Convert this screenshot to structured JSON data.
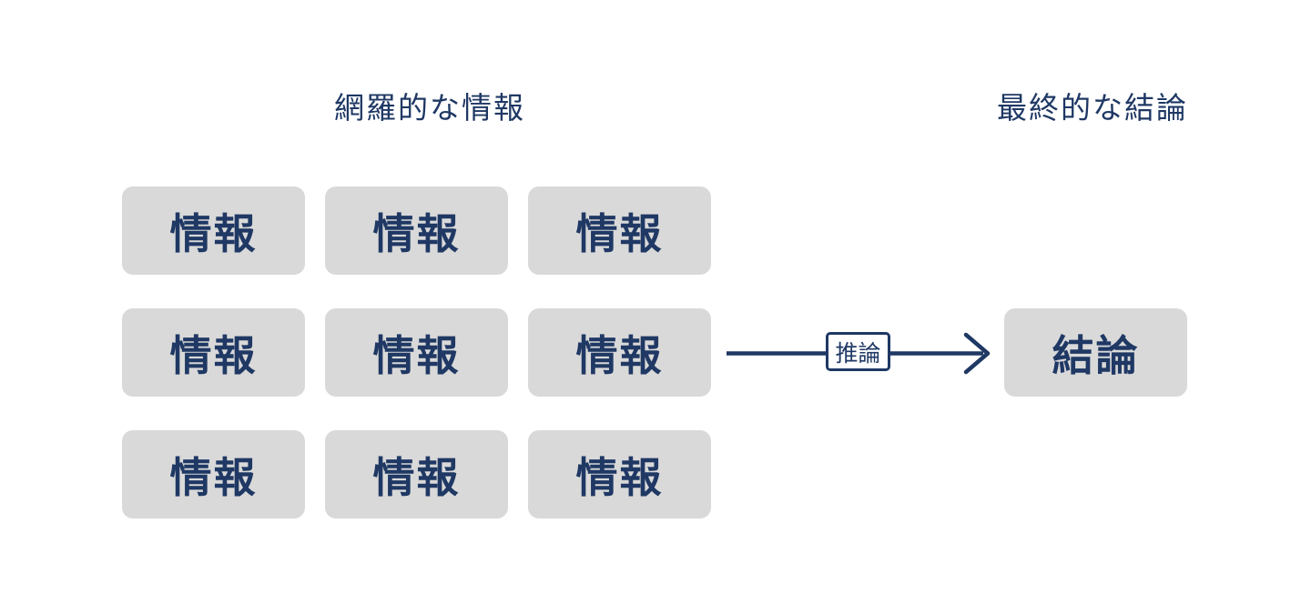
{
  "diagram": {
    "left_label": "網羅的な情報",
    "right_label": "最終的な結論",
    "info_boxes": [
      "情報",
      "情報",
      "情報",
      "情報",
      "情報",
      "情報",
      "情報",
      "情報",
      "情報"
    ],
    "inference_label": "推論",
    "conclusion_label": "結論",
    "colors": {
      "navy": "#1f3864",
      "box_gray": "#d9d9d9",
      "background": "#ffffff"
    }
  }
}
